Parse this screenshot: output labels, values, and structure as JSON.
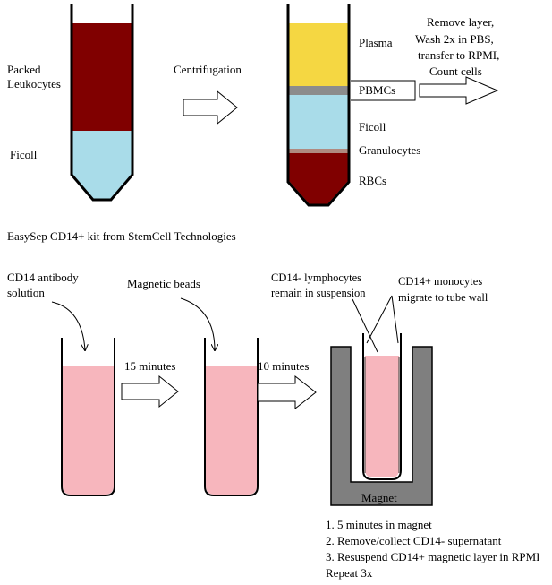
{
  "colors": {
    "packed_leukocytes": "#800000",
    "ficoll": "#a9dce9",
    "plasma": "#f5d742",
    "pbmc_layer": "#8c8c8c",
    "granulocyte_layer": "#b08a80",
    "rbc": "#800000",
    "cell_suspension": "#f7b6bd",
    "magnet": "#7f7f7f",
    "outline": "#000000"
  },
  "top": {
    "tube1_labels": {
      "packed_leukocytes_1": "Packed",
      "packed_leukocytes_2": "Leukocytes",
      "ficoll": "Ficoll"
    },
    "centrifugation_label": "Centrifugation",
    "tube2_labels": {
      "plasma": "Plasma",
      "pbmcs": "PBMCs",
      "ficoll": "Ficoll",
      "granulocytes": "Granulocytes",
      "rbcs": "RBCs"
    },
    "next_step_lines": {
      "line1": "Remove layer,",
      "line2": "Wash 2x in PBS,",
      "line3": "transfer to RPMI,",
      "line4": "Count cells"
    }
  },
  "bottom": {
    "kit_title": "EasySep CD14+ kit from StemCell Technologies",
    "antibody_label_1": "CD14 antibody",
    "antibody_label_2": "solution",
    "beads_label": "Magnetic beads",
    "step1_time": "15 minutes",
    "step2_time": "10 minutes",
    "lymphocytes_label_1": "CD14- lymphocytes",
    "lymphocytes_label_2": "remain in suspension",
    "monocytes_label_1": "CD14+ monocytes",
    "monocytes_label_2": "migrate to tube wall",
    "magnet_label": "Magnet",
    "steps": {
      "step1": "1. 5 minutes in magnet",
      "step2": "2. Remove/collect CD14- supernatant",
      "step3": "3. Resuspend CD14+ magnetic layer in RPMI",
      "repeat": "Repeat 3x"
    }
  }
}
